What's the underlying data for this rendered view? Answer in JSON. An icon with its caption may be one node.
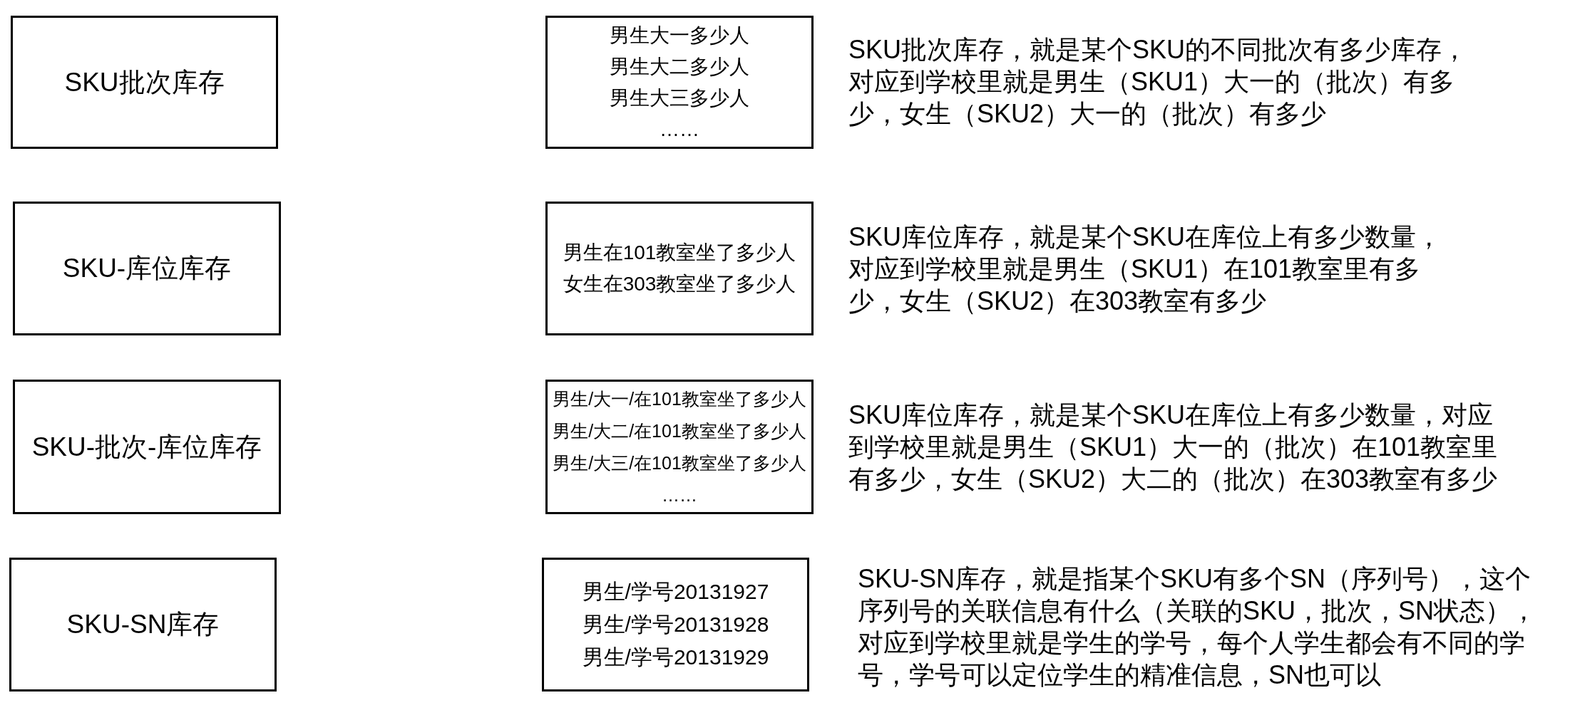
{
  "diagram": {
    "nodes": [
      {
        "text": [
          "SKU批次库存"
        ]
      },
      {
        "text": [
          "男生大一多少人",
          "男生大二多少人",
          "男生大三多少人",
          "……"
        ]
      },
      {
        "text": [
          "SKU-库位库存"
        ]
      },
      {
        "text": [
          "男生在101教室坐了多少人",
          "女生在303教室坐了多少人"
        ]
      },
      {
        "text": [
          "SKU-批次-库位库存"
        ]
      },
      {
        "text": [
          "男生/大一/在101教室坐了多少人",
          "男生/大二/在101教室坐了多少人",
          "男生/大三/在101教室坐了多少人",
          "……"
        ]
      },
      {
        "text": [
          "SKU-SN库存"
        ]
      },
      {
        "text": [
          "男生/学号20131927",
          "男生/学号20131928",
          "男生/学号20131929"
        ]
      }
    ],
    "labels": [
      "SKU批次库存，就是某个SKU的不同批次有多少库存，对应到学校里就是男生（SKU1）大一的（批次）有多少，女生（SKU2）大一的（批次）有多少",
      "SKU库位库存，就是某个SKU在库位上有多少数量，对应到学校里就是男生（SKU1）在101教室里有多少，女生（SKU2）在303教室有多少",
      "SKU库位库存，就是某个SKU在库位上有多少数量，对应到学校里就是男生（SKU1）大一的（批次）在101教室里有多少，女生（SKU2）大二的（批次）在303教室有多少",
      "SKU-SN库存，就是指某个SKU有多个SN（序列号），这个序列号的关联信息有什么（关联的SKU，批次，SN状态），对应到学校里就是学生的学号，每个人学生都会有不同的学号，学号可以定位学生的精准信息，SN也可以"
    ]
  }
}
